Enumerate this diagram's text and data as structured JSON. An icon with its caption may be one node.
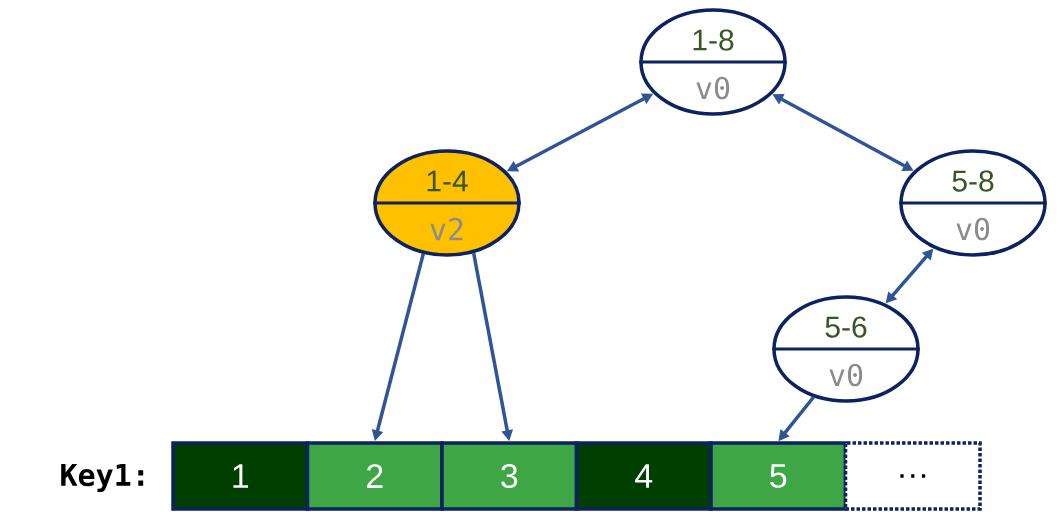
{
  "diagram": {
    "nodes": [
      {
        "text": [
          "1-8",
          "v0"
        ]
      },
      {
        "text": [
          "1-4",
          "v2"
        ]
      },
      {
        "text": [
          "5-8",
          "v0"
        ]
      },
      {
        "text": [
          "5-6",
          "v0"
        ]
      },
      {
        "text": [
          "1"
        ]
      },
      {
        "text": [
          "2"
        ]
      },
      {
        "text": [
          "3"
        ]
      },
      {
        "text": [
          "4"
        ]
      },
      {
        "text": [
          "5"
        ]
      },
      {
        "text": [
          "…"
        ]
      }
    ],
    "edges": [
      {
        "from": 0,
        "to": 1,
        "arrow": "both"
      },
      {
        "from": 0,
        "to": 2,
        "arrow": "both"
      },
      {
        "from": 2,
        "to": 3,
        "arrow": "both"
      },
      {
        "from": 1,
        "to": 5,
        "arrow": "to"
      },
      {
        "from": 1,
        "to": 6,
        "arrow": "to"
      },
      {
        "from": 3,
        "to": 8,
        "arrow": "to"
      }
    ],
    "labels": [
      "Key1:"
    ]
  }
}
